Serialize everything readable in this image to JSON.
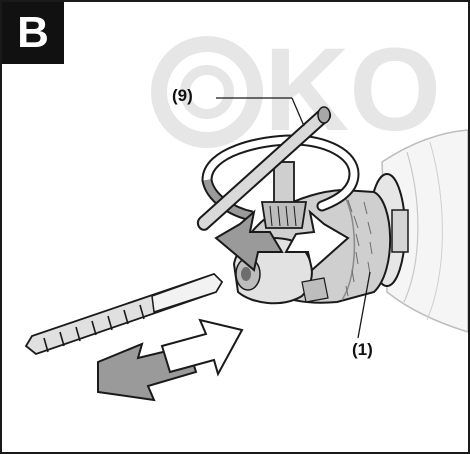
{
  "figure": {
    "badge_letter": "B",
    "watermark_text": "KO",
    "callouts": [
      {
        "id": "9",
        "text": "(9)"
      },
      {
        "id": "1",
        "text": "(1)"
      }
    ]
  },
  "colors": {
    "badge_bg": "#111111",
    "line": "#1a1a1a",
    "metal_light": "#d9d9d9",
    "metal_mid": "#a8a8a8",
    "metal_dark": "#6e6e6e",
    "arrow_gray": "#9a9a9a",
    "watermark": "#e6e6e6"
  }
}
